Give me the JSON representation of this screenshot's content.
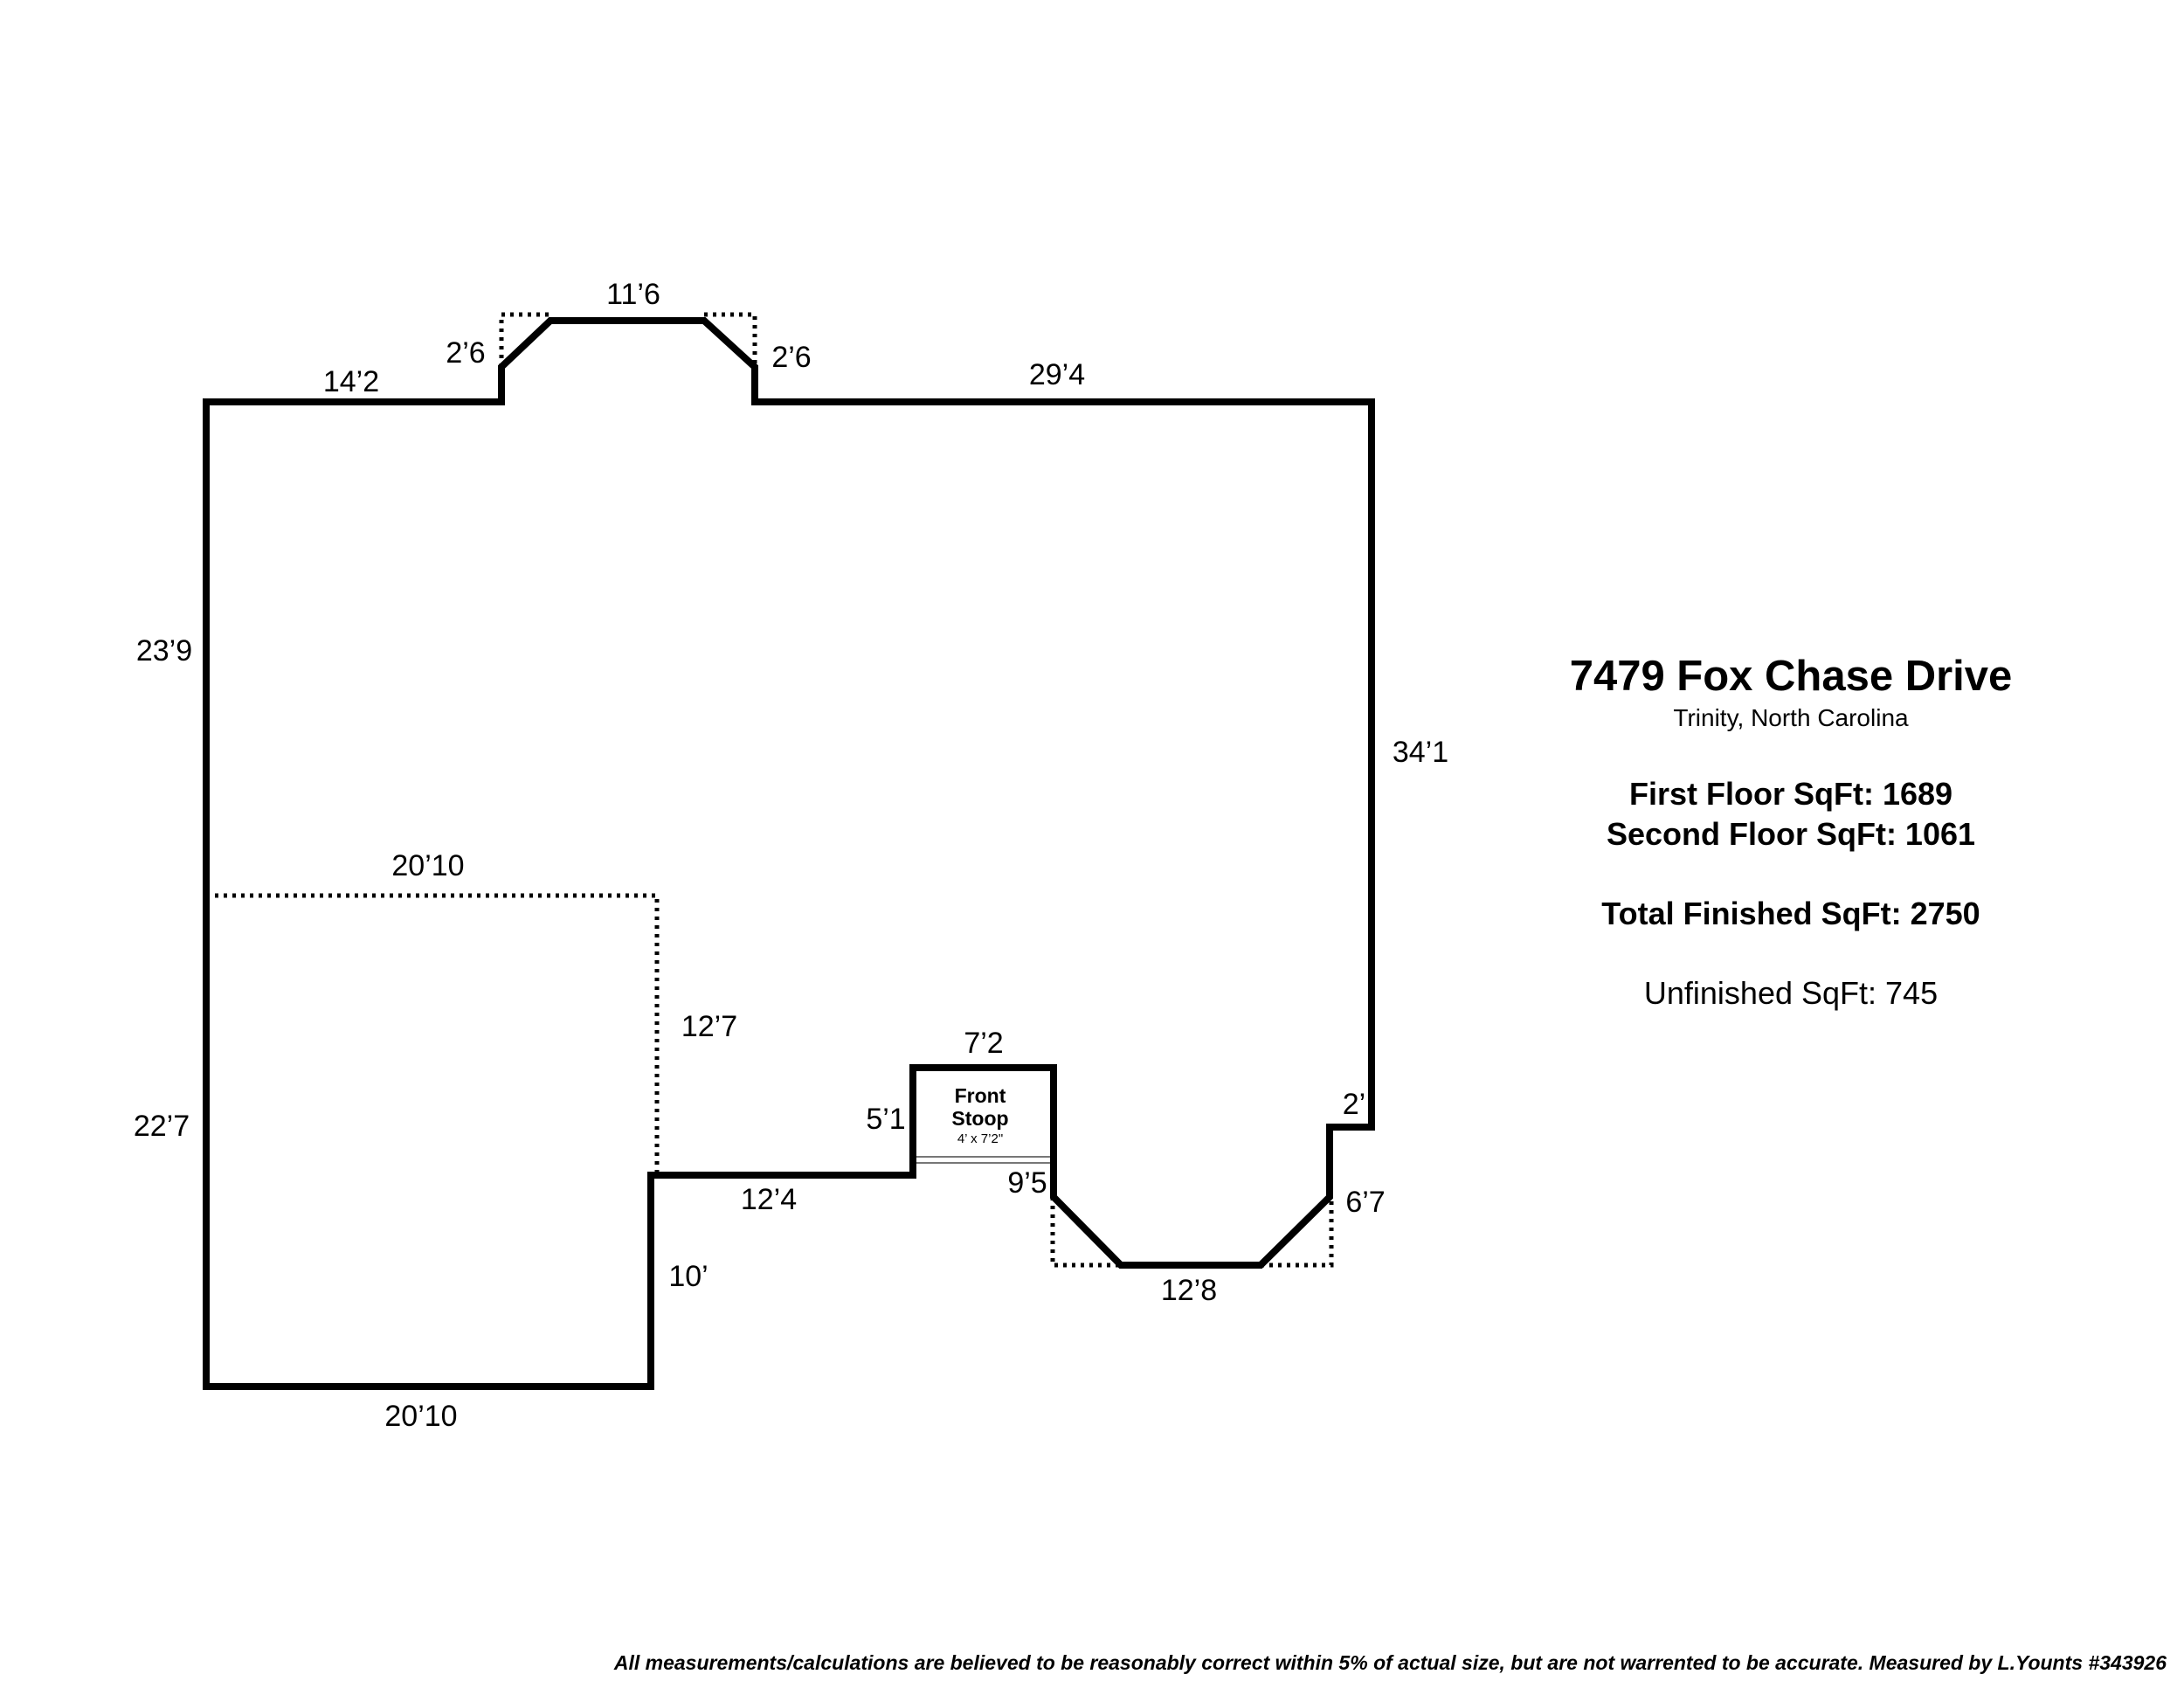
{
  "property": {
    "address": "7479 Fox Chase Drive",
    "city": "Trinity, North Carolina"
  },
  "summary": {
    "first_floor": "First Floor SqFt: 1689",
    "second_floor": "Second Floor SqFt: 1061",
    "total_finished": "Total Finished SqFt: 2750",
    "unfinished": "Unfinished SqFt: 745"
  },
  "floorplan": {
    "dimensions": {
      "top_left": "14’2",
      "bay_top_left_diagonal": "2’6",
      "bay_top": "11’6",
      "bay_top_right_diagonal": "2’6",
      "top_right": "29’4",
      "left_upper": "23’9",
      "right": "34’1",
      "garage_top": "20’10",
      "garage_right": "12’7",
      "left_lower": "22’7",
      "stoop_top": "7’2",
      "stoop_left": "5’1",
      "front_wall": "12’4",
      "bay_bottom_left_diagonal": "9’5",
      "jog_right": "2’",
      "bay_bottom_right_diagonal": "6’7",
      "bay_bottom": "12’8",
      "notch_right": "10’",
      "bottom": "20’10"
    },
    "stoop": {
      "title_line1": "Front",
      "title_line2": "Stoop",
      "size": "4’ x 7’2\""
    }
  },
  "footer": {
    "disclaimer": "All measurements/calculations are believed to be reasonably correct within 5% of actual size, but are not warrented to be accurate. Measured by L.Younts #343926"
  },
  "colors": {
    "wall": "#000000",
    "background": "#ffffff"
  }
}
